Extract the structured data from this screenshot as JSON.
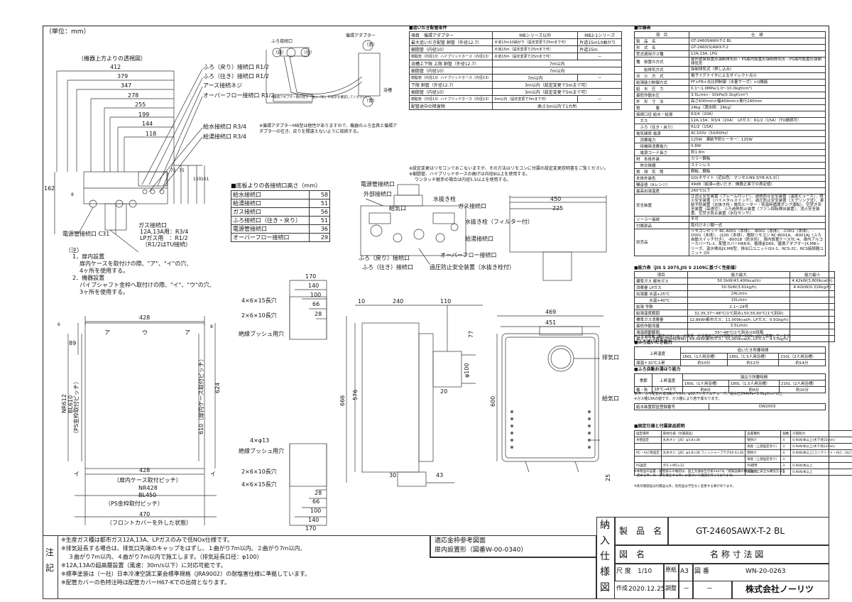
{
  "unit_label": "（単位：mm）",
  "top_view": {
    "caption": "（機器上方よりの透視図）",
    "dims": [
      "412",
      "379",
      "347",
      "278",
      "255",
      "199",
      "144",
      "118"
    ],
    "labels": [
      "ふろ（戻り）接続口 R1/2",
      "ふろ（往き）接続口 R1/2",
      "アース接続ネジ",
      "オーバーフロー接続口 R1/2",
      "給水接続口 R3/4",
      "給湯接続口 R3/4"
    ],
    "right_dims": [
      "72",
      "75",
      "150",
      "161"
    ],
    "left_dims": [
      "162",
      "8"
    ],
    "gas_label": [
      "ガス接続口",
      "12A,13A用：R3/4",
      "LPガス用　：R1/2",
      "（R1/2はTU接続）"
    ],
    "elec_label": "電源管接続口 C31"
  },
  "adapter": {
    "title": "循環アダプター",
    "furo": "ふろ接続口",
    "labels": [
      "（赤）",
      "（青）",
      "浴槽",
      "（戻）",
      "（往）"
    ],
    "note_box": "循環アダプター側の往き「往」、「戻」の表示を確認してください。",
    "note": "※循環アダプターMB型は極性がありますので、機器のふろ金具と循環アダプターの往き、戻りを間違えないように接続する。"
  },
  "piping": {
    "title": "■追いだき配管条件",
    "head": [
      "項目",
      "循環アダプター",
      "MBシリーズ以外",
      "MB2-1シリーズ"
    ],
    "rows": [
      [
        "最大追いだき配管",
        "銅管（外径12.7）",
        "片道15m10曲がり（設定変更で25mまで可）",
        "片道15m10曲がり"
      ],
      [
        "",
        "樹脂管（内径10）",
        "片道15m（設定変更で25mまで可）",
        "片道15m"
      ],
      [
        "",
        "樹脂管（内径13）ハイブリッドホース（内径13）",
        "片道15m（設定変更で25mまで可）",
        "－"
      ],
      [
        "浴槽上下限",
        "上限 銅管（外径12.7）",
        "7m以内",
        ""
      ],
      [
        "",
        "樹脂管（内径10）",
        "7m以内",
        ""
      ],
      [
        "",
        "樹脂管（内径13）ハイブリッドホース（内径13）",
        "7m以内",
        "－"
      ],
      [
        "",
        "下限 銅管（外径12.7）",
        "3m以内（設定変更で5mまで可）",
        ""
      ],
      [
        "",
        "樹脂管（内径10）",
        "3m以内（設定変更で5mまで可）",
        ""
      ],
      [
        "",
        "樹脂管（内径13）ハイブリッドホース（内径13）",
        "0m以内（設定変更で3mまで可）",
        "－"
      ],
      [
        "配管途中の障害物",
        "",
        "高さ3m以内で1カ所",
        ""
      ]
    ],
    "notes": [
      "※設定変更はリモコンでおこないますが、その方法はリモコンに付属の設定変更説明書をご覧ください。",
      "※樹脂管、ハイブリッドホースの曲げは内径8以上を使用する。",
      "ワンタッチ継手の場合は内径5.5以上を使用する。"
    ]
  },
  "heights": {
    "title": "■底板よりの各接続口高さ（mm）",
    "rows": [
      [
        "給水接続口",
        "58"
      ],
      [
        "給湯接続口",
        "51"
      ],
      [
        "ガス接続口",
        "56"
      ],
      [
        "ふろ接続口（往き・戻り）",
        "51"
      ],
      [
        "電源管接続口",
        "36"
      ],
      [
        "オーバーフロー接続口",
        "29"
      ]
    ]
  },
  "bottom_view": {
    "labels": [
      "電源管接続口",
      "外部接続口",
      "給気口",
      "水抜き栓",
      "ガス接続口",
      "水抜き栓（フィルター付）",
      "給湯接続口",
      "オーバーフロー接続口",
      "ふろ（戻り）接続口",
      "ふろ（往き）接続口",
      "過圧防止安全装置（水抜き栓付）"
    ]
  },
  "notes_left": {
    "title": "（注）",
    "items": [
      "1．扉内設置",
      "扉内ケースを取付けの際、\"ア\"、\"イ\"の穴、",
      "4ヶ所を使用する。",
      "2．機器設置",
      "パイプシャフト金枠へ取付けの際、\"イ\"、\"ウ\"の穴、",
      "3ヶ所を使用する。"
    ]
  },
  "rear_view": {
    "dims": [
      "428",
      "89",
      "8",
      "6",
      "624",
      "610（扉内ケース取付ピッチ）",
      "NR612",
      "BL610",
      "（PS金枠取付ピッチ）",
      "428",
      "（扉内ケース取付ピッチ）",
      "NR428",
      "BL450",
      "（PS金枠取付ピッチ）",
      "470",
      "（フロントカバーを外した状態）"
    ],
    "marks": [
      "ア",
      "ウ",
      "ア",
      "イ",
      "イ"
    ]
  },
  "side_view": {
    "dims": [
      "170",
      "140",
      "100",
      "66",
      "28",
      "170",
      "140",
      "100",
      "66",
      "28"
    ],
    "labels": [
      "4×6×15長穴",
      "2×6×10長穴",
      "絶縁ブッシュ用穴",
      "4×φ13",
      "絶縁ブッシュ用穴",
      "2×6×10長穴",
      "4×6×15長穴"
    ]
  },
  "front_side": {
    "dims": [
      "10",
      "240",
      "110",
      "77",
      "φ100",
      "20",
      "576",
      "666",
      "43",
      "30",
      "25"
    ],
    "top_dims": [
      "450",
      "225"
    ]
  },
  "front_view": {
    "dims": [
      "469",
      "451",
      "600"
    ],
    "labels": [
      "排気口",
      "給気口"
    ]
  },
  "spec": {
    "title": "■仕様表",
    "head": [
      "項　目",
      "仕　様"
    ],
    "rows": [
      [
        "製　品　名",
        "GT-2460SAWX-T-2 BL"
      ],
      [
        "形　式　名",
        "GT-2460(S)AWX-T-2"
      ],
      [
        "型式適用ガス種",
        "12A,13A, LPG"
      ],
      [
        "種　設置の方式",
        "屋外壁掛設置形強制排気形・PS扉内設置形強制排気形・PS扉内設置形強制排気形"
      ],
      [
        "　　給排気方式",
        "強制排気式（押し込み）"
      ],
      [
        "点　火　方　式",
        "電子イグナイタによるダイレクト点火"
      ],
      [
        "給湯能力制御方式",
        "FF+FB+水比例制御（水量サーボ）+Q機能"
      ],
      [
        "給　水　圧　力",
        "0.1～1.0MPa(1.0～10.0kgf/cm²)"
      ],
      [
        "最低作動水圧",
        "3.5L/min・10kPa(0.1kgf/cm²)"
      ],
      [
        "外　形　寸　法",
        "高さ600mm×幅469mm×奥行240mm"
      ],
      [
        "質　　　　量",
        "24kg（満水時：26kg）"
      ],
      [
        "接続口径 給水・給湯",
        "R3/4（20A）"
      ],
      [
        "　ガス",
        "12A,13A：R3/4（20A）　LPガス：R1/2（15A）（TU継続可）"
      ],
      [
        "　ふろ（往き・戻り）",
        "R1/2（15A）"
      ],
      [
        "電気関係 電源",
        "AC100V（50/60Hz）"
      ],
      [
        "　消費電力",
        "125W　凍結予防ヒーター：125W"
      ],
      [
        "　待機時消費電力",
        "0.8W"
      ],
      [
        "　電源コード長さ",
        "約1.8m"
      ],
      [
        "材　本体外装",
        "カラー鋼板"
      ],
      [
        "　熱交換器",
        "ステンレス"
      ],
      [
        "質　排　気　筒",
        "銅板、鋼板"
      ],
      [
        "本体外装色",
        "GQ(ネサイト（近似色：マンセルN9.3/Y8.4/1.0））"
      ],
      [
        "騒音値（Aレンジ）",
        "49dB（給湯+追いだき：機器正面での測定値）"
      ],
      [
        "最高出湯温度",
        "260℃以下"
      ],
      [
        "安全装置",
        "立消え安全装置（フレームロッド）、過熱防止安全装置（温度ヒューズ）、残火安全装置（バイメタルスイッチ）、過圧防止安全装置（スプリング式）、凍結予防装置（水抜き栓・電気ヒーター・低温時循環ポンプ運転）、空焚き安全装置（高速空）、ふろ過熱防止装置（ファン回転検出装置）、消火安全装置、空焚き防止装置（水位センサ）"
      ],
      [
        "ソーラー接続",
        "不可"
      ],
      [
        "付属部品",
        "取付けネジ類一式"
      ],
      [
        "別売品",
        "リモコンセット RC-A001（本体）、-B001（本体）、-C001（本体）、-D001（本体）、-J100（本体）、増設リモコン RC-B001A、-B001AJ（ふろ自動スイッチ付き）、-B001B（防水形）、扉内設置ケースTC-4、扉内アルコーカバーTL-2、配管カバーH68-K、循環金D66、循環アダプターJX,MBシリーズ、温水検出JX,MB型、排出口ユニットQU-1、RCS-2C、RCS接続器ユニット QS"
      ]
    ]
  },
  "performance": {
    "title": "■能力表（JIS S 2075,JIS S 2109に基づく性能値）",
    "head": [
      "項目",
      "能力最大",
      "能力最小"
    ],
    "rows": [
      [
        "標準ガス 都市ガス",
        "50.5kW(43,400kcal/h)",
        "4.42kW(3,800kcal/h)"
      ],
      [
        "消費量 LPガス",
        "50.5kW(3.61kg/h)",
        "4.42kW(0.316kg/h)"
      ],
      [
        "出湯量 水温+25℃",
        "24L/min",
        ""
      ],
      [
        "　　　 水温+40℃",
        "15L/min",
        ""
      ],
      [
        "給湯 号数",
        "2.1～24号",
        ""
      ],
      [
        "給湯温度範囲",
        "32,35,37～48℃(1℃刻み),50,55,60℃(1℃刻み)",
        ""
      ],
      [
        "標準ガス消費量",
        "12.8kW(都市ガス：11,000kcal/h, LPガス：0.91kg/h)",
        ""
      ],
      [
        "最低作動流量",
        "3.5L/min",
        ""
      ],
      [
        "湯温調節範囲",
        "33～48℃(1℃刻み)16段階",
        ""
      ],
      [
        "最大ガス消費量(同時使用時)",
        "64.0kW(都市ガス：55,000kcal/h, LPガス：4.57kg/h)",
        ""
      ]
    ],
    "note": "※ガス消費量（都市ガス）は、出湯量、総消費能力はJIS規格の1kW=860kcal/hで換算しています。"
  },
  "reheat": {
    "title": "■ふろ追いだき能力",
    "head": [
      "上昇温度",
      "追いだき所要時間"
    ],
    "cols": [
      "160L（1人用浴槽）",
      "180L（1.5人用浴槽）",
      "210L（2人用浴槽）"
    ],
    "row": [
      "湯温＋10℃上昇",
      "約10分",
      "約12分",
      "約14分"
    ]
  },
  "autofill": {
    "title": "■ふろ自動お湯はり能力",
    "head": [
      "季節",
      "上昇温度",
      "湯はり所要時間"
    ],
    "cols": [
      "160L（1人用浴槽）",
      "180L（1.5人用浴槽）",
      "210L（2人用浴槽）"
    ],
    "row": [
      "春・秋",
      "18℃→43℃",
      "約8分",
      "約9分",
      "約10分"
    ],
    "notes": [
      "条件：ふろ配管片道3曲がり6m、φ12.7システムチューブ、給水圧294kPa=3.0kgf/cm²以上",
      "※ガス種13Aの値です。ガス種により若干異なります。"
    ],
    "water_cert": [
      "給水装置認証登録番号",
      "OW2003"
    ]
  },
  "fixing": {
    "title": "■固定仕様と付属部品説明",
    "head": [
      "固定場所",
      "部材仕様（付属部品）",
      "設置種別",
      "個数",
      "引張耐力"
    ],
    "rows": [
      [
        "木壁固定",
        "丸木ネジ（JIS）φ4.8×38",
        "壁掛け",
        "4",
        "0.9kN/本以上(木下地15mm)"
      ],
      [
        "",
        "",
        "扉屋（上部固定有り）",
        "3",
        "0.9kN/本以上(木下地12mm)"
      ],
      [
        "RC・ALC壁固定",
        "丸木ネジ（JIS）φ4.8×38 フィッシャープラグSX 6×30",
        "壁掛け",
        "4",
        "0.9kN/本以上(コンクリート・ALC（ALC・片持ち制御）)"
      ],
      [
        "",
        "",
        "扉屋（上部固定有り）",
        "3",
        ""
      ],
      [
        "PS固定",
        "ボルトM5×12",
        "PS標準",
        "3",
        "0.9kN/本以上"
      ],
      [
        "",
        "",
        "PS扉内",
        "5",
        "0.9kN/本以上"
      ]
    ],
    "notes": [
      "※本製品の設置・配管施工の確認は、国土交通省告示第1447号「建築設備の構造耐力上安全な構造方法を",
      "定める件」の一部を改正する件」に基づいて確認を行っております。",
      "※各付属部品は付属品以外。別売品は予告なく変更する事があります。"
    ]
  },
  "title_block": {
    "side_chars": [
      "納",
      "入",
      "仕",
      "様",
      "図"
    ],
    "product_label": "製　品　名",
    "product_name": "GT-2460SAWX-T-2 BL",
    "drawing_label": "図　名",
    "drawing_name": "名 称 寸 法 図",
    "scale_label": "尺 度",
    "scale": "1/10",
    "original_label": "原紙",
    "original_size": "A3",
    "drawing_no_label": "図 番",
    "drawing_no": "WN-20-0263",
    "date_label": "作成",
    "date": "2020.12.25",
    "check_label": "調整",
    "check1": "－",
    "check2": "－",
    "company": "株式会社ノーリツ"
  },
  "bottom_notes": {
    "side": [
      "注",
      "記"
    ],
    "items": [
      "※生産ガス種は都市ガス12A,13A、LPガスのみで低NOx仕様です。",
      "※排気延長する場合は、排気口先端のキャップをはずし、１曲がり7m以内、２曲がり7m以内、",
      "３曲がり7m以内、４曲がり7m以内で施工します。（排気延長口径：φ100）",
      "※12A,13Aの超高層設置（風速：30m/s以下）に対応可能です。",
      "※標準塗装は（一社）日本冷凍空調工業会標準規格（JRA9002）の耐塩害仕様に準拠しています。",
      "※配管カバーの色特注時は配管カバーH67-Kでの出荷となります。"
    ],
    "ref_title": "適応金枠参考図面",
    "ref_text": "扉内設置形（図番W-00-0340）"
  }
}
